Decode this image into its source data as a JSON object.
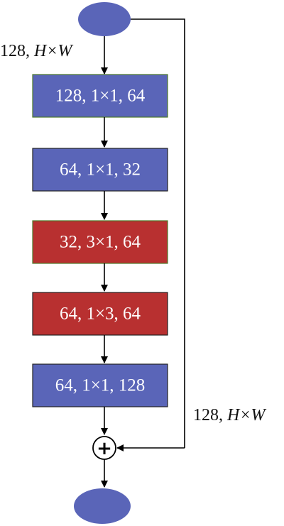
{
  "diagram": {
    "input_dims": {
      "channels": "128, ",
      "spatial": "H×W"
    },
    "output_dims": {
      "channels": "128, ",
      "spatial": "H×W"
    },
    "blocks": [
      {
        "label": "128, 1×1, 64",
        "kind": "conv-1x1",
        "color": "#5a65b8"
      },
      {
        "label": "64, 1×1, 32",
        "kind": "conv-1x1",
        "color": "#5a65b8"
      },
      {
        "label": "32, 3×1, 64",
        "kind": "conv-asym",
        "color": "#b83030"
      },
      {
        "label": "64, 1×3, 64",
        "kind": "conv-asym",
        "color": "#b83030"
      },
      {
        "label": "64, 1×1, 128",
        "kind": "conv-1x1",
        "color": "#5a65b8"
      }
    ],
    "node_color": "#5a65b8",
    "sum_symbol": "+",
    "icons": {
      "sum": "plus-circle-icon",
      "arrow": "arrow-down-icon"
    }
  }
}
